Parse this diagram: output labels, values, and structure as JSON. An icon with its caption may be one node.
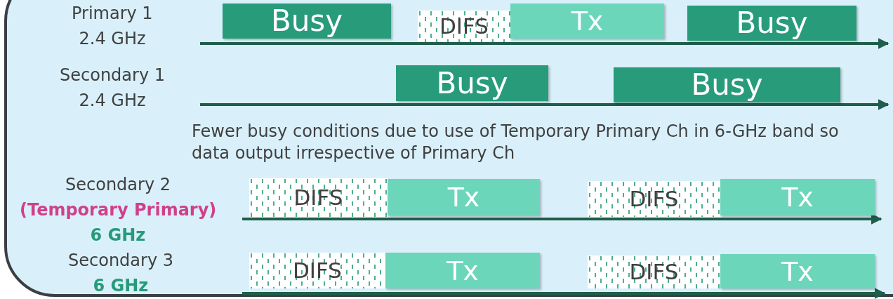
{
  "diagram": {
    "nodes": [
      {
        "text": [
          "Busy"
        ]
      },
      {
        "text": [
          "DIFS"
        ]
      },
      {
        "text": [
          "Tx"
        ]
      },
      {
        "text": [
          "Busy"
        ]
      },
      {
        "text": [
          "Busy"
        ]
      },
      {
        "text": [
          "Busy"
        ]
      },
      {
        "text": [
          "DIFS"
        ]
      },
      {
        "text": [
          "Tx"
        ]
      },
      {
        "text": [
          "DIFS"
        ]
      },
      {
        "text": [
          "Tx"
        ]
      },
      {
        "text": [
          "DIFS"
        ]
      },
      {
        "text": [
          "Tx"
        ]
      },
      {
        "text": [
          "DIFS"
        ]
      },
      {
        "text": [
          "Tx"
        ]
      }
    ],
    "edges": [],
    "labels": [
      "Primary 1",
      "2.4 GHz",
      "Secondary 1",
      "2.4 GHz",
      "Fewer busy conditions due to use of Temporary Primary Ch in 6-GHz band so data output irrespective of Primary Ch",
      "Secondary 2",
      "(Temporary Primary)",
      "6 GHz",
      "Secondary 3",
      "6 GHz"
    ]
  }
}
